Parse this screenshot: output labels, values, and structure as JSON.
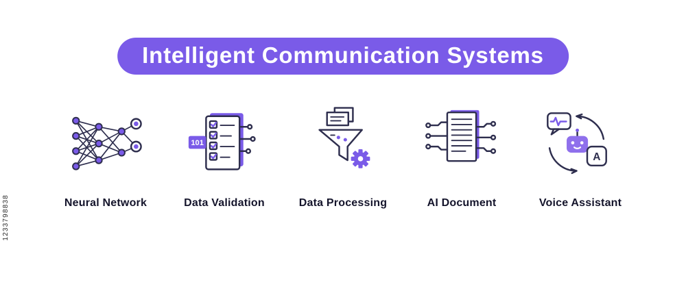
{
  "watermark": "1233798838",
  "banner": {
    "title": "Intelligent Communication Systems"
  },
  "icons": [
    {
      "label": "Neural Network"
    },
    {
      "label": "Data Validation",
      "badge": "101"
    },
    {
      "label": "Data Processing"
    },
    {
      "label": "AI Document"
    },
    {
      "label": "Voice Assistant",
      "letter": "A"
    }
  ],
  "colors": {
    "accent": "#7A5BE8",
    "accent_soft": "#8F70EC",
    "line": "#2E2E4E",
    "label": "#14142B",
    "background": "#FFFFFF"
  }
}
